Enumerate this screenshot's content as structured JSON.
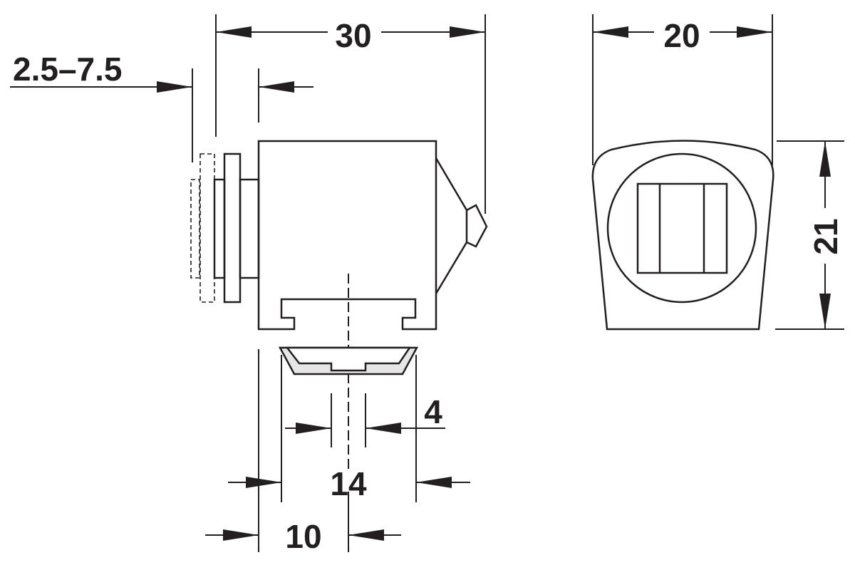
{
  "dimensions": {
    "width_total": "30",
    "width_front": "20",
    "height_front": "21",
    "adjustment": "2.5–7.5",
    "strike_gap": "4",
    "strike_width": "14",
    "offset": "10"
  }
}
